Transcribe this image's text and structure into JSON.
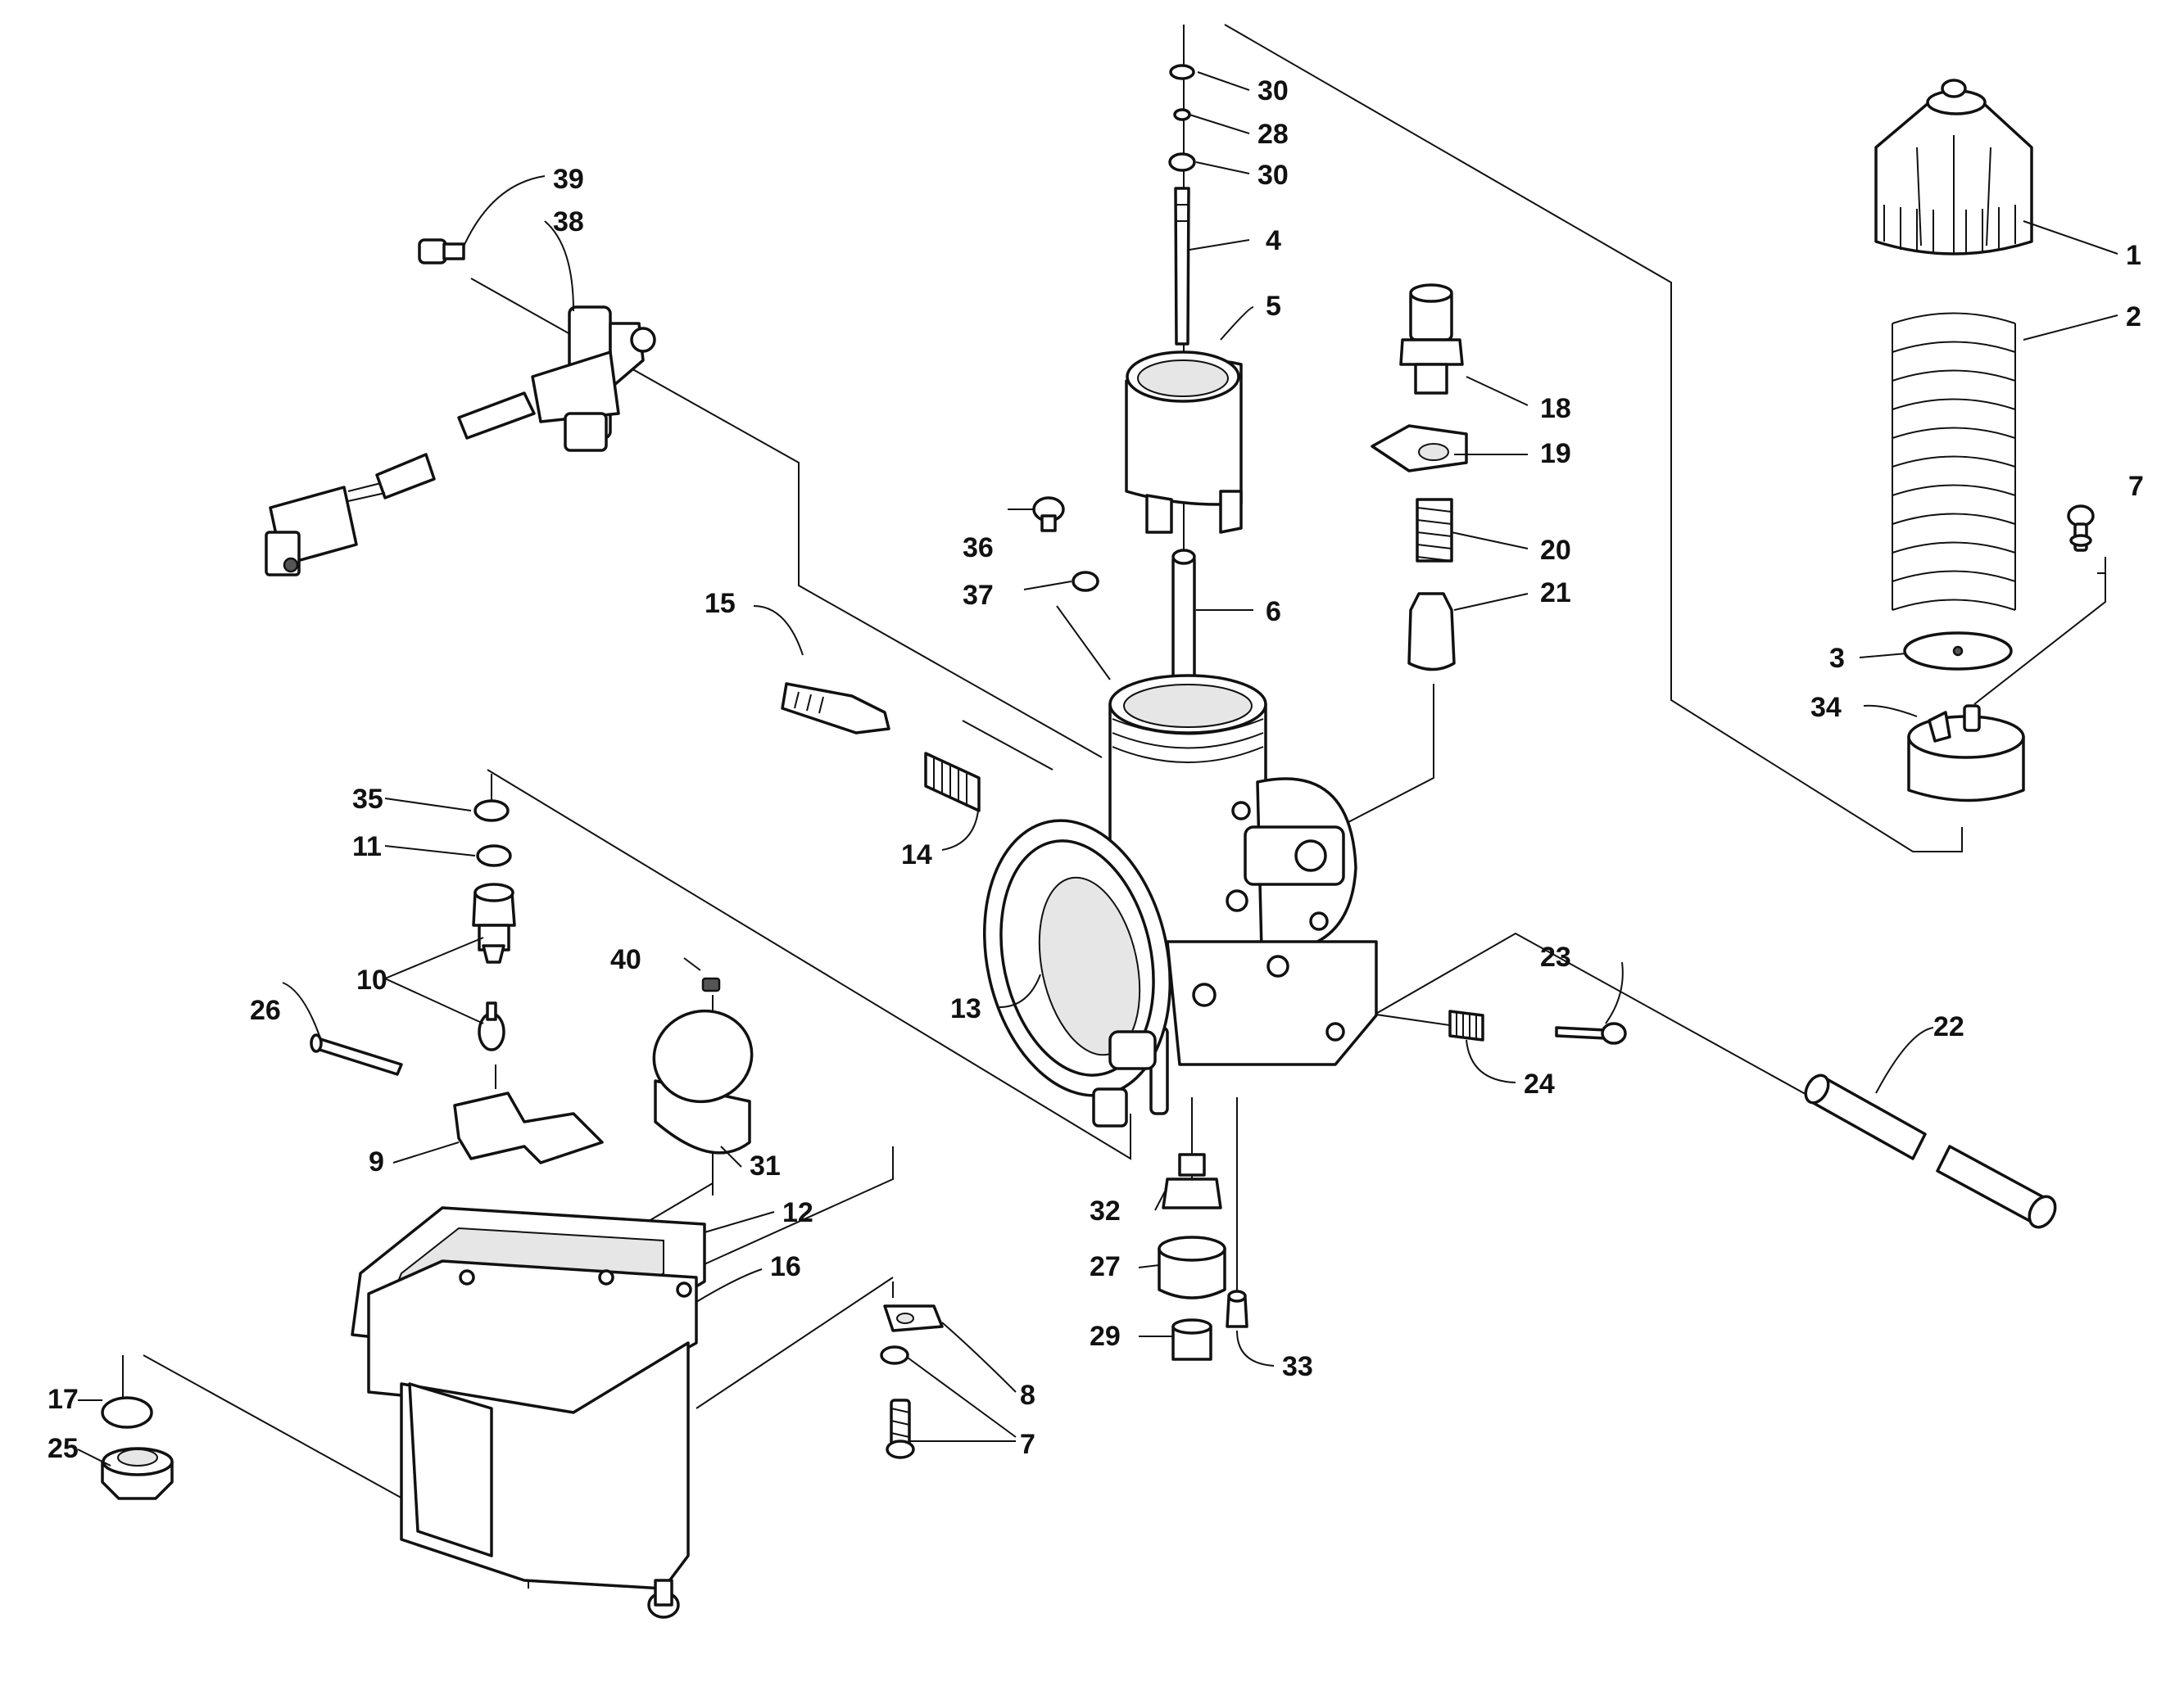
{
  "colors": {
    "ink": "#111111",
    "paper": "#ffffff"
  },
  "callouts": [
    {
      "key": "p1",
      "label": "1"
    },
    {
      "key": "p2",
      "label": "2"
    },
    {
      "key": "p3",
      "label": "3"
    },
    {
      "key": "p4",
      "label": "4"
    },
    {
      "key": "p5",
      "label": "5"
    },
    {
      "key": "p6",
      "label": "6"
    },
    {
      "key": "p7a",
      "label": "7"
    },
    {
      "key": "p7b",
      "label": "7"
    },
    {
      "key": "p8",
      "label": "8"
    },
    {
      "key": "p9",
      "label": "9"
    },
    {
      "key": "p10",
      "label": "10"
    },
    {
      "key": "p11",
      "label": "11"
    },
    {
      "key": "p12",
      "label": "12"
    },
    {
      "key": "p13",
      "label": "13"
    },
    {
      "key": "p14",
      "label": "14"
    },
    {
      "key": "p15",
      "label": "15"
    },
    {
      "key": "p16",
      "label": "16"
    },
    {
      "key": "p17",
      "label": "17"
    },
    {
      "key": "p18",
      "label": "18"
    },
    {
      "key": "p19",
      "label": "19"
    },
    {
      "key": "p20",
      "label": "20"
    },
    {
      "key": "p21",
      "label": "21"
    },
    {
      "key": "p22",
      "label": "22"
    },
    {
      "key": "p23",
      "label": "23"
    },
    {
      "key": "p24",
      "label": "24"
    },
    {
      "key": "p25",
      "label": "25"
    },
    {
      "key": "p26",
      "label": "26"
    },
    {
      "key": "p27",
      "label": "27"
    },
    {
      "key": "p28",
      "label": "28"
    },
    {
      "key": "p29",
      "label": "29"
    },
    {
      "key": "p30a",
      "label": "30"
    },
    {
      "key": "p30b",
      "label": "30"
    },
    {
      "key": "p31",
      "label": "31"
    },
    {
      "key": "p32",
      "label": "32"
    },
    {
      "key": "p33",
      "label": "33"
    },
    {
      "key": "p34",
      "label": "34"
    },
    {
      "key": "p35",
      "label": "35"
    },
    {
      "key": "p36",
      "label": "36"
    },
    {
      "key": "p37",
      "label": "37"
    },
    {
      "key": "p38",
      "label": "38"
    },
    {
      "key": "p39",
      "label": "39"
    },
    {
      "key": "p40",
      "label": "40"
    }
  ]
}
